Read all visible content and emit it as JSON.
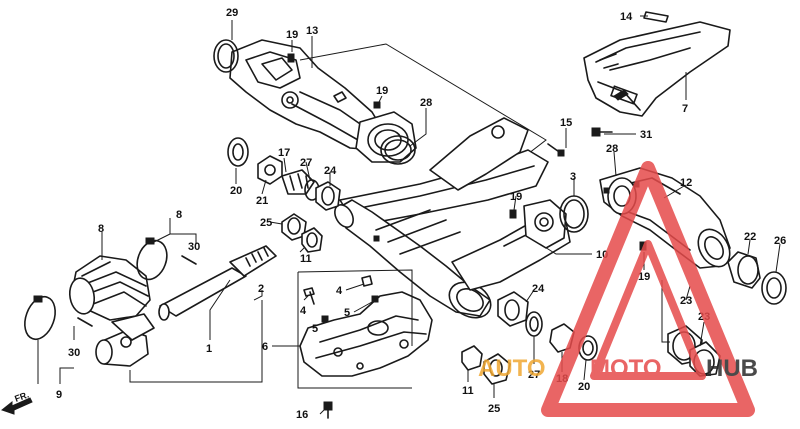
{
  "diagram": {
    "labels": {
      "l29": "29",
      "l13": "13",
      "l19a": "19",
      "l19b": "19",
      "l28a": "28",
      "l14": "14",
      "l7": "7",
      "l15": "15",
      "l31": "31",
      "l20a": "20",
      "l21": "21",
      "l17": "17",
      "l27a": "27",
      "l24a": "24",
      "l28b": "28",
      "l3": "3",
      "l12": "12",
      "l19c": "19",
      "l8a": "8",
      "l8b": "8",
      "l30a": "30",
      "l25a": "25",
      "l11a": "11",
      "l22": "22",
      "l26": "26",
      "l10": "10",
      "l19d": "19",
      "l2": "2",
      "l4a": "4",
      "l4b": "4",
      "l5a": "5",
      "l5b": "5",
      "l23a": "23",
      "l23b": "23",
      "l24b": "24",
      "l1": "1",
      "l6": "6",
      "l30b": "30",
      "l27b": "27",
      "l18": "18",
      "l20b": "20",
      "l11b": "11",
      "l25b": "25",
      "l9": "9",
      "l16": "16"
    },
    "direction_label": "FR.",
    "watermark": {
      "part1": "AUTO",
      "part2": "MOTO",
      "part3": "HUB",
      "color_primary": "#f0a832",
      "color_secondary": "#e64b4b",
      "color_dark": "#2b2b2b"
    }
  }
}
